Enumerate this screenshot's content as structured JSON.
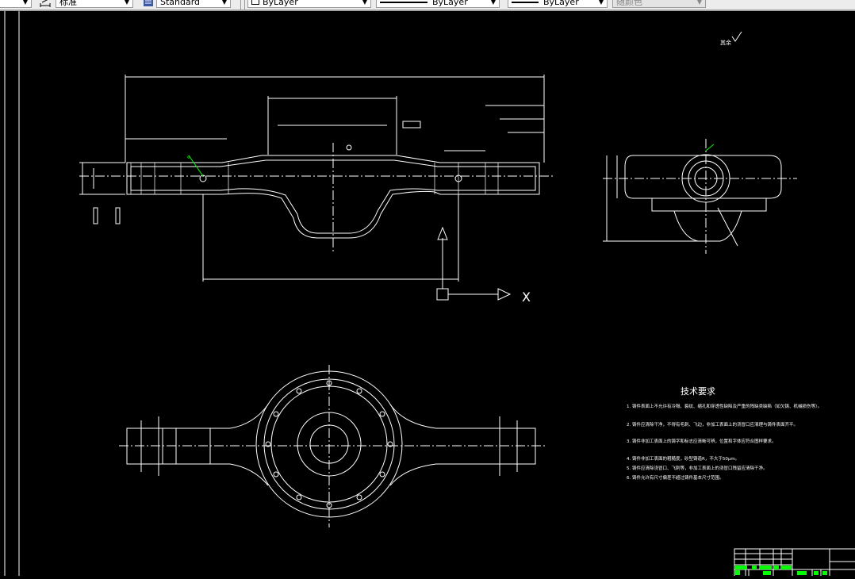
{
  "toolbar": {
    "dim_style": "标准",
    "text_style": "Standard",
    "layer_color": "ByLayer",
    "linetype": "ByLayer",
    "lineweight": "ByLayer",
    "plot_style": "随颜色"
  },
  "drawing": {
    "roughness_mark": "其余",
    "axis_x_label": "X",
    "tech_title": "技术要求",
    "tech_requirements": [
      "1. 铸件表面上不允许有冷隔、裂纹、缩孔和穿透性缺陷及严重的残缺类缺陷（如欠铸、机械损伤等）。",
      "2. 铸件应清除干净，不得有毛刺、飞边，非加工表面上的浇冒口应清理与铸件表面齐平。",
      "3. 铸件非加工表面上的铸字和标志应清晰可辨，位置和字体应符合图样要求。",
      "4. 铸件非加工表面的粗糙度，砂型铸造R，不大于50μm。",
      "5. 铸件应清除浇冒口、飞刺等，非加工表面上的浇冒口残留应清除干净。",
      "6. 铸件允许有尺寸偏差不超过铸件基本尺寸范围。"
    ],
    "colors": {
      "line": "#ffffff",
      "highlight": "#00ff00",
      "background": "#000000"
    }
  }
}
